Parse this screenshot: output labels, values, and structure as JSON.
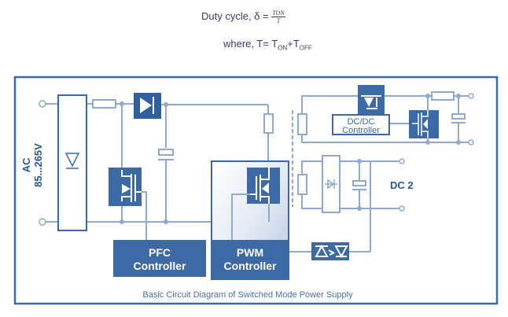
{
  "formula": {
    "duty_prefix": "Duty cycle, δ =",
    "frac_num": "TON",
    "frac_den": "T",
    "where_prefix": "where, T= T",
    "on_sub": "ON",
    "plus_t": "+T",
    "off_sub": "OFF"
  },
  "diagram": {
    "input_label_line1": "AC",
    "input_label_line2": "85...265V",
    "pfc_label_line1": "PFC",
    "pfc_label_line2": "Controller",
    "pwm_label_line1": "PWM",
    "pwm_label_line2": "Controller",
    "dcdc_label_line1": "DC/DC",
    "dcdc_label_line2": "Controller",
    "dc2_label": "DC 2",
    "caption": "Basic Circuit Diagram of Switched Mode Power Supply"
  },
  "colors": {
    "frame": "#3a68a8",
    "block": "#3d6aa5",
    "wire": "#8fa9cf",
    "text_dark": "#2c5796",
    "caption": "#4a6fa5"
  }
}
